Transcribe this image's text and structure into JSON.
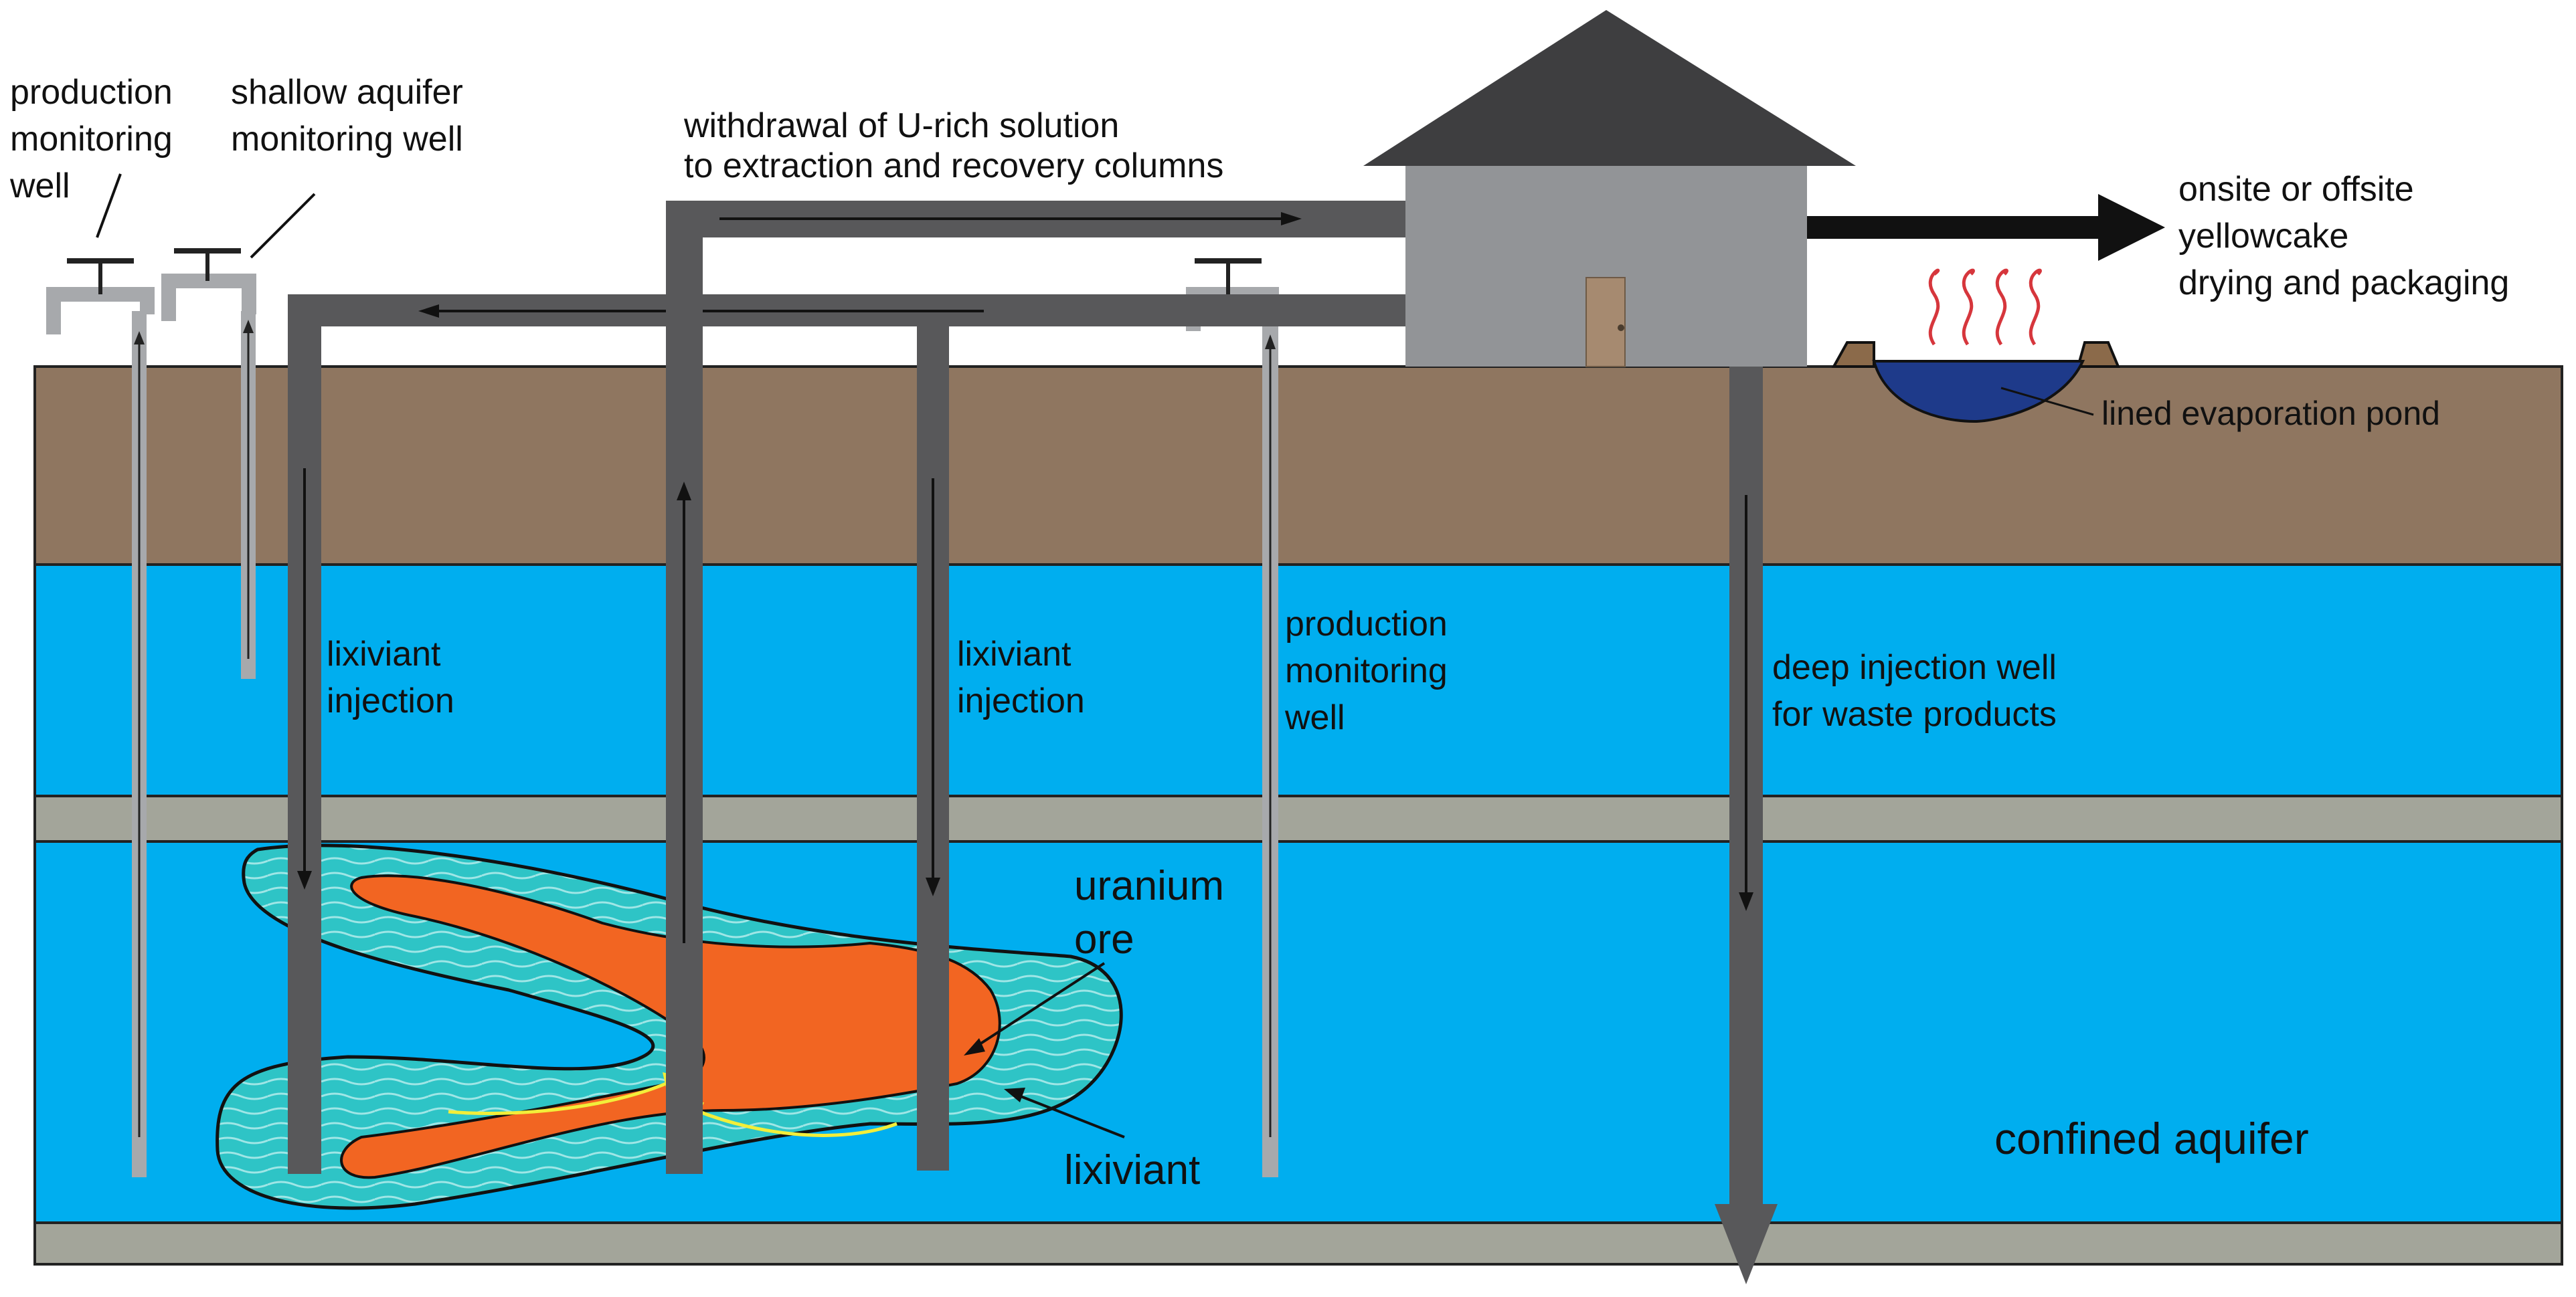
{
  "labels": {
    "production_monitoring_well_left": [
      "production",
      "monitoring",
      "well"
    ],
    "shallow_aquifer_monitoring_well": [
      "shallow aquifer",
      "monitoring well"
    ],
    "withdrawal": [
      "withdrawal of U-rich solution",
      "to extraction and recovery columns"
    ],
    "yellowcake": [
      "onsite or offsite",
      "yellowcake",
      "drying and packaging"
    ],
    "lined_evaporation_pond": "lined evaporation pond",
    "lixiviant_injection_left": [
      "lixiviant",
      "injection"
    ],
    "lixiviant_injection_right": [
      "lixiviant",
      "injection"
    ],
    "production_monitoring_well_right": [
      "production",
      "monitoring",
      "well"
    ],
    "deep_injection_well": [
      "deep injection well",
      "for waste products"
    ],
    "uranium_ore": [
      "uranium",
      "ore"
    ],
    "lixiviant": "lixiviant",
    "confined_aquifer": "confined aquifer"
  },
  "colors": {
    "soil": "#8f7660",
    "aquifer": "#00aeef",
    "confining_layer": "#a3a59a",
    "pipe": "#58585a",
    "monitoring_well": "#a7a9ac",
    "building": "#929497",
    "roof": "#3e3e40",
    "door": "#a68a70",
    "pond": "#1e3a8a",
    "ore": "#f26522",
    "lixiviant": "#2ec4c6",
    "flow_arrow": "#f2ee3a",
    "steam": "#d6363c"
  }
}
